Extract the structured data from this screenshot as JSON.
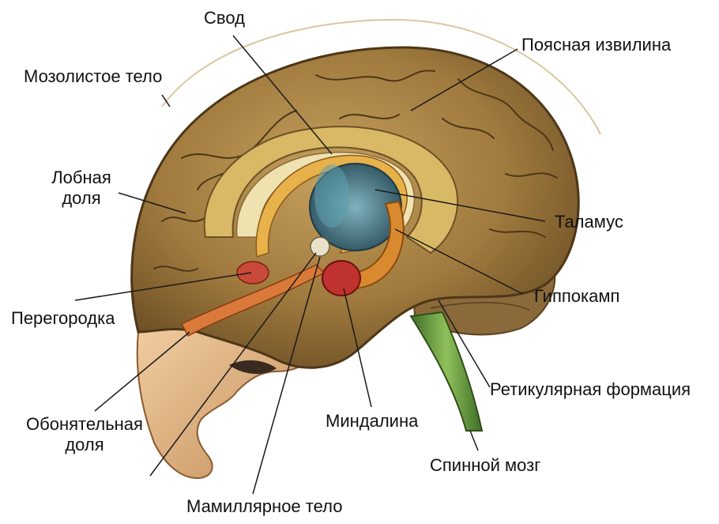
{
  "labels": {
    "svod": "Свод",
    "poyasnaya": "Поясная извилина",
    "mozolistoe": "Мозолистое тело",
    "lobnaya_1": "Лобная",
    "lobnaya_2": "доля",
    "talamus": "Таламус",
    "gippokamp": "Гиппокамп",
    "peregorodka": "Перегородка",
    "retikulyarnaya": "Ретикулярная формация",
    "obonyatelnaya_1": "Обонятельная",
    "obonyatelnaya_2": "доля",
    "mindalina": "Миндалина",
    "spinnoy": "Спинной мозг",
    "mamillyarnoe": "Мамиллярное тело"
  },
  "colors": {
    "cortex": "#a07a3e",
    "cortex_dark": "#6e4f26",
    "cingulate": "#d9b866",
    "fornix": "#e8b24a",
    "thalamus": "#3f6a78",
    "hippocampus": "#d98a2e",
    "amygdala": "#c0322e",
    "septum": "#c94a3a",
    "brainstem": "#5e8f3a",
    "skin": "#e9bf8f",
    "leader": "#1a1a1a"
  }
}
